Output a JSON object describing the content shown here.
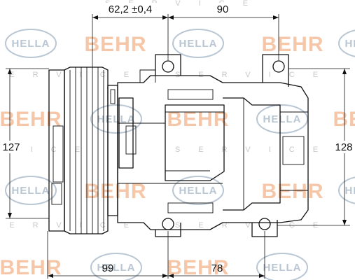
{
  "watermarks": {
    "brand_a": "BEHR",
    "brand_b": "HELLA",
    "service": "SERVICE",
    "colors": {
      "brand_a": "#f2b48a",
      "brand_b": "#b9c6d3",
      "service": "#c8c8c8"
    }
  },
  "dimensions": {
    "top_left": "62,2 ±0,4",
    "top_right": "90",
    "left_height": "127",
    "right_height": "128",
    "bottom_left": "99",
    "bottom_right": "78"
  }
}
